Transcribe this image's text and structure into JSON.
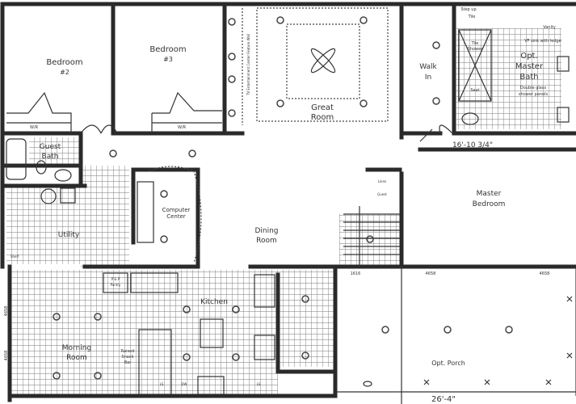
{
  "rooms": {
    "bedroom2": "Bedroom",
    "bedroom2_num": "#2",
    "bedroom3": "Bedroom",
    "bedroom3_num": "#3",
    "closet_label": "W/R",
    "tv_wall": "TV Entertainment Center Feature Wall",
    "great_room_1": "Great",
    "great_room_2": "Room",
    "walk_in_1": "Walk",
    "walk_in_2": "In",
    "step_up_1": "Step up",
    "step_up_2": "Tile",
    "tile_shower_1": "Tile",
    "tile_shower_2": "Shower",
    "seat": "Seat",
    "vanity": "Vanity",
    "vanity_note": "VF sink with ledge",
    "master_bath_1": "Opt.",
    "master_bath_2": "Master",
    "master_bath_3": "Bath",
    "shower_panels_1": "Double glass",
    "shower_panels_2": "shower panels",
    "master_bedroom_1": "Master",
    "master_bedroom_2": "Bedroom",
    "guest_bath_1": "Guest",
    "guest_bath_2": "Bath",
    "utility": "Utility",
    "shelf": "Shelf",
    "computer_center_1": "Computer",
    "computer_center_2": "Center",
    "dining_room_1": "Dining",
    "dining_room_2": "Room",
    "linen": "Linen",
    "guest": "Guest",
    "pantry_1": "P & P",
    "pantry_2": "Pantry",
    "kitchen": "Kitchen",
    "morning_room_1": "Morning",
    "morning_room_2": "Room",
    "snack_bar_1": "Raised",
    "snack_bar_2": "Snack",
    "snack_bar_3": "Bar",
    "dw": "DW",
    "ls1": "LS",
    "ls2": "LS",
    "porch": "Opt. Porch"
  },
  "dimensions": {
    "master_width": "16'-10 3/4\"",
    "porch_width": "26'-4\"",
    "window_1616": "1616",
    "window_4658_a": "4658",
    "window_4658_b": "4658",
    "window_left_a": "4658",
    "window_left_b": "4658"
  },
  "colors": {
    "wall": "#2a2a2a",
    "paper": "#ffffff",
    "line": "#333333"
  }
}
